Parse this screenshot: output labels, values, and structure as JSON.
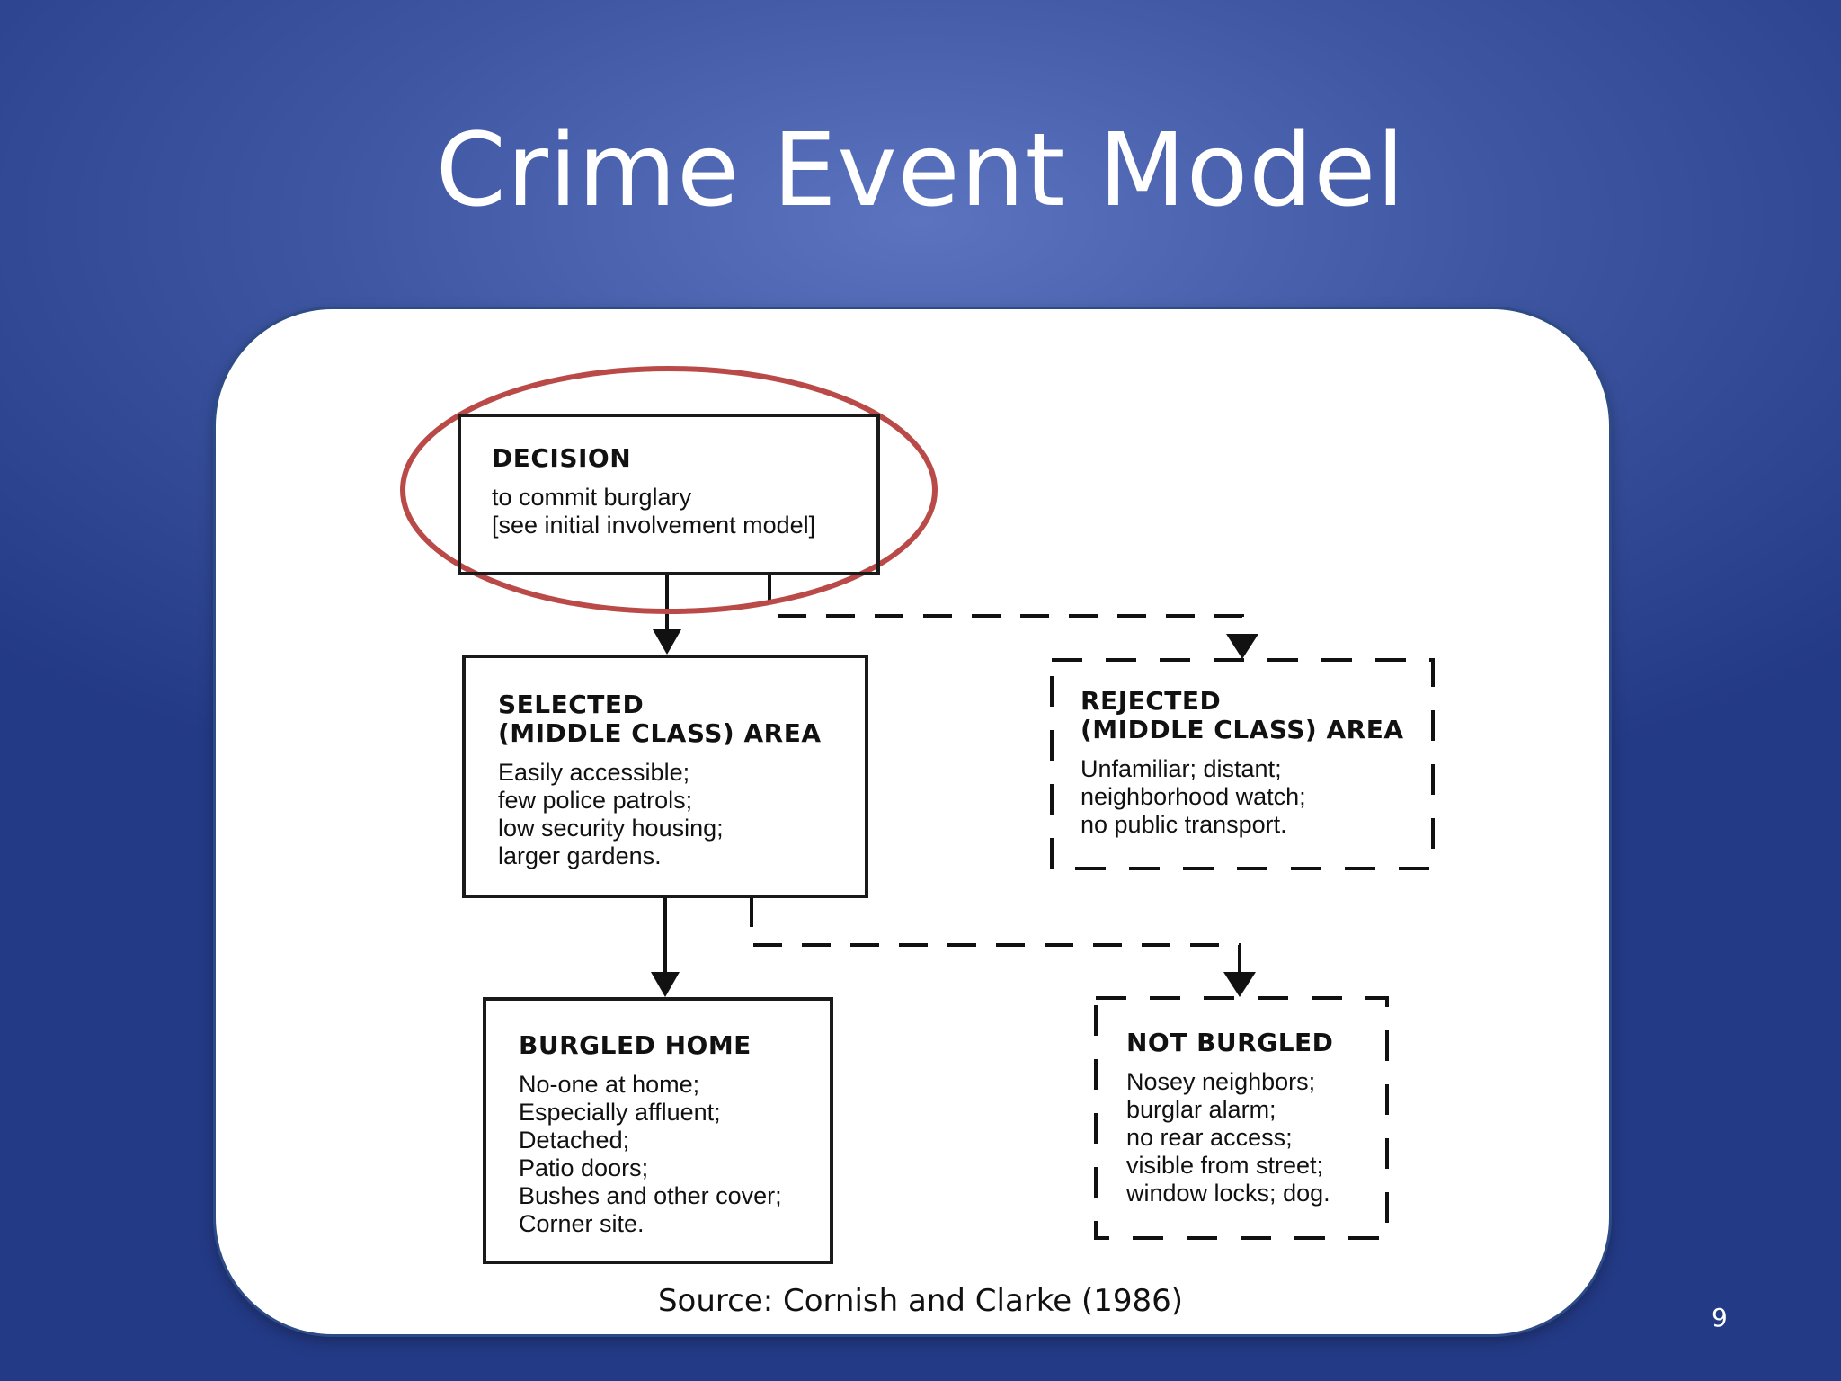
{
  "slide": {
    "title": "Crime Event Model",
    "source": "Source: Cornish and Clarke (1986)",
    "page_number": "9"
  },
  "diagram": {
    "nodes": [
      {
        "id": "decision",
        "title": "DECISION",
        "body": "to commit burglary\n[see initial involvement model]",
        "border": "solid"
      },
      {
        "id": "selected",
        "title": "SELECTED\n(MIDDLE CLASS) AREA",
        "body": "Easily accessible;\nfew police patrols;\nlow security housing;\nlarger gardens.",
        "border": "solid"
      },
      {
        "id": "rejected",
        "title": "REJECTED\n(MIDDLE CLASS) AREA",
        "body": "Unfamiliar; distant;\nneighborhood watch;\nno public transport.",
        "border": "dashed"
      },
      {
        "id": "burgled",
        "title": "BURGLED HOME",
        "body": "No-one at home;\nEspecially affluent;\nDetached;\nPatio doors;\nBushes and other cover;\nCorner site.",
        "border": "solid"
      },
      {
        "id": "not_burgled",
        "title": "NOT BURGLED",
        "body": "Nosey neighbors;\nburglar alarm;\nno rear access;\nvisible from street;\nwindow locks; dog.",
        "border": "dashed"
      }
    ],
    "edges": [
      {
        "from": "decision",
        "to": "selected",
        "style": "solid"
      },
      {
        "from": "decision",
        "to": "rejected",
        "style": "dashed"
      },
      {
        "from": "selected",
        "to": "burgled",
        "style": "solid"
      },
      {
        "from": "selected",
        "to": "not_burgled",
        "style": "dashed"
      }
    ],
    "highlight": {
      "target": "decision",
      "shape": "ellipse",
      "color": "#b94a48"
    }
  }
}
